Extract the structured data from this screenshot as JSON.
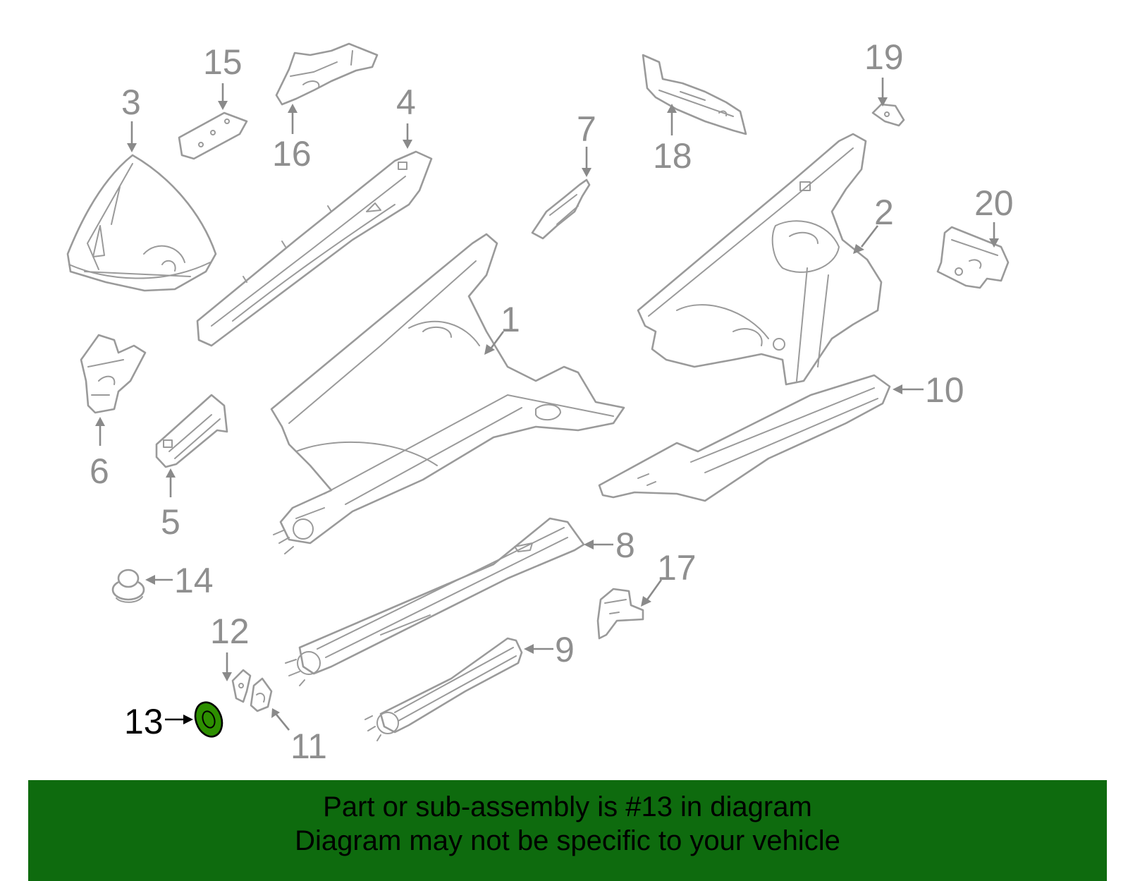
{
  "callouts": [
    {
      "id": "1",
      "label": "1",
      "highlight": false
    },
    {
      "id": "2",
      "label": "2",
      "highlight": false
    },
    {
      "id": "3",
      "label": "3",
      "highlight": false
    },
    {
      "id": "4",
      "label": "4",
      "highlight": false
    },
    {
      "id": "5",
      "label": "5",
      "highlight": false
    },
    {
      "id": "6",
      "label": "6",
      "highlight": false
    },
    {
      "id": "7",
      "label": "7",
      "highlight": false
    },
    {
      "id": "8",
      "label": "8",
      "highlight": false
    },
    {
      "id": "9",
      "label": "9",
      "highlight": false
    },
    {
      "id": "10",
      "label": "10",
      "highlight": false
    },
    {
      "id": "11",
      "label": "11",
      "highlight": false
    },
    {
      "id": "12",
      "label": "12",
      "highlight": false
    },
    {
      "id": "13",
      "label": "13",
      "highlight": true
    },
    {
      "id": "14",
      "label": "14",
      "highlight": false
    },
    {
      "id": "15",
      "label": "15",
      "highlight": false
    },
    {
      "id": "16",
      "label": "16",
      "highlight": false
    },
    {
      "id": "17",
      "label": "17",
      "highlight": false
    },
    {
      "id": "18",
      "label": "18",
      "highlight": false
    },
    {
      "id": "19",
      "label": "19",
      "highlight": false
    },
    {
      "id": "20",
      "label": "20",
      "highlight": false
    }
  ],
  "banner": {
    "line1": "Part or sub-assembly is #13 in diagram",
    "line2": "Diagram may not be specific to your vehicle"
  },
  "colors": {
    "line": "#9a9a9a",
    "label": "#8f8f8f",
    "highlight_part": "#2d8f00",
    "banner_bg": "#0e6b0e",
    "banner_text": "#000000"
  }
}
